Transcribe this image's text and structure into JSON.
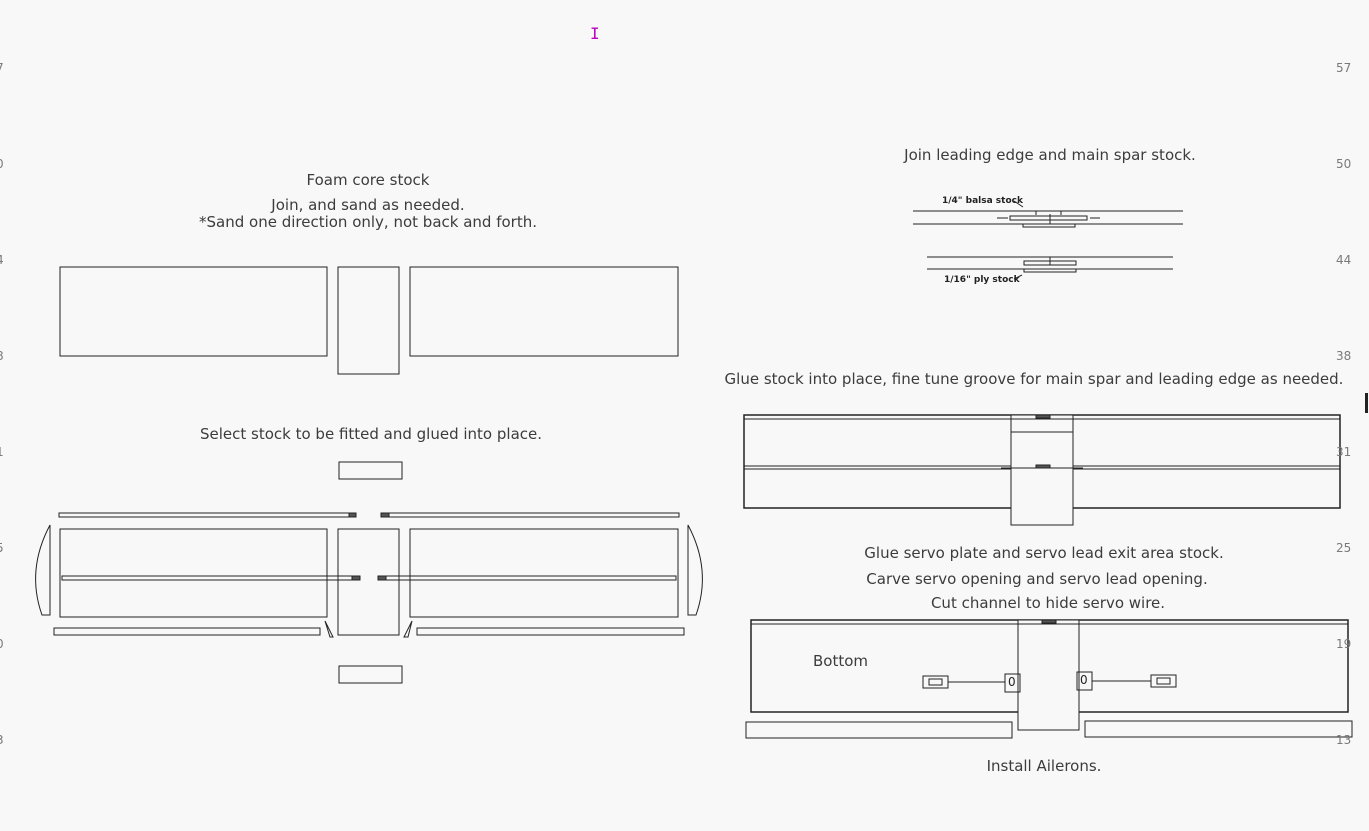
{
  "ruler": {
    "right_values": [
      "57",
      "50",
      "44",
      "38",
      "31",
      "25",
      "19",
      "13"
    ],
    "left_values": [
      "7",
      "0",
      "4",
      "8",
      "1",
      "5",
      "0",
      "3"
    ]
  },
  "left_panel": {
    "title": "Foam core stock",
    "line1": "Join, and sand as needed.",
    "line2": "*Sand one direction only, not back and forth.",
    "select_caption": "Select stock to be fitted and glued into place."
  },
  "right_panel": {
    "join_caption": "Join leading edge and main spar stock.",
    "balsa_label": "1/4\" balsa stock",
    "ply_label": "1/16\" ply stock",
    "glue_caption": "Glue stock into place, fine tune groove for main spar and leading edge as needed.",
    "servo_line1": "Glue servo plate and servo lead exit area stock.",
    "servo_line2": "Carve servo opening and servo lead opening.",
    "servo_line3": "Cut channel to hide servo wire.",
    "bottom_label": "Bottom",
    "servo_mark_left": "0",
    "servo_mark_right": "0",
    "install_caption": "Install Ailerons."
  },
  "colors": {
    "background": "#f8f8f8",
    "line": "#222222",
    "text": "#3c3c3c",
    "cursor": "#c000c0"
  },
  "icons": {
    "cursor": "text-cursor-icon"
  }
}
